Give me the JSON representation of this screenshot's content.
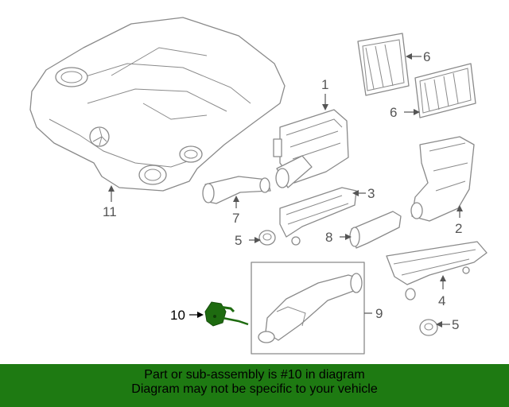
{
  "callouts": {
    "c1": "1",
    "c2": "2",
    "c3": "3",
    "c4": "4",
    "c5a": "5",
    "c5b": "5",
    "c6a": "6",
    "c6b": "6",
    "c7": "7",
    "c8": "8",
    "c9": "9",
    "c10": "10",
    "c11": "11"
  },
  "highlight_color": "#1e6b10",
  "banner": {
    "line1": "Part or sub-assembly is #10 in diagram",
    "line2": "Diagram may not be specific to your vehicle",
    "color": "#1e7a12"
  }
}
